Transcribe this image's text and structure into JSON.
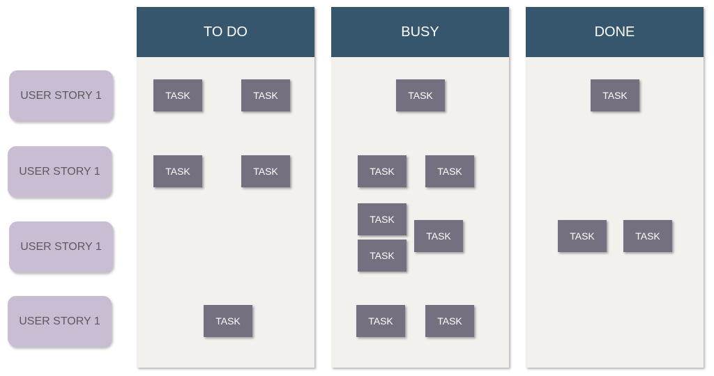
{
  "colors": {
    "header": "#36566e",
    "column": "#f2f1ee",
    "task": "#75707f",
    "story": "#c8bdd2"
  },
  "stories": [
    "USER STORY 1",
    "USER STORY 1",
    "USER STORY 1",
    "USER STORY 1"
  ],
  "columns": [
    {
      "title": "TO DO",
      "tasks": [
        "TASK",
        "TASK",
        "TASK",
        "TASK",
        "TASK"
      ]
    },
    {
      "title": "BUSY",
      "tasks": [
        "TASK",
        "TASK",
        "TASK",
        "TASK",
        "TASK",
        "TASK",
        "TASK",
        "TASK"
      ]
    },
    {
      "title": "DONE",
      "tasks": [
        "TASK",
        "TASK",
        "TASK"
      ]
    }
  ]
}
